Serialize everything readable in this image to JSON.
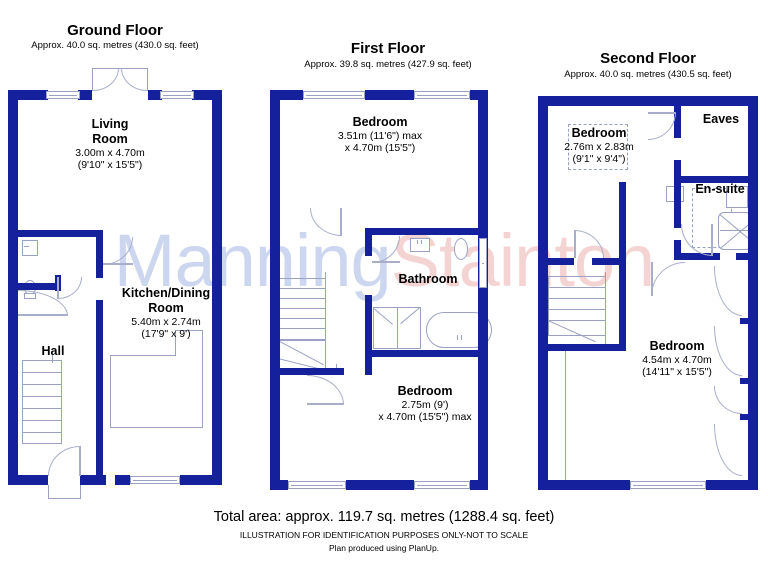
{
  "document": {
    "type": "floor-plan",
    "watermark_primary": "Manning",
    "watermark_secondary": "Stainton",
    "total_area": "Total area: approx. 119.7 sq. metres (1288.4 sq. feet)",
    "disclaimer_line1": "ILLUSTRATION FOR IDENTIFICATION PURPOSES ONLY-NOT TO SCALE",
    "disclaimer_line2": "Plan produced using PlanUp.",
    "wall_color": "#14209c",
    "line_color": "#9aa2c4",
    "watermark_color_primary": "#ccd6ef",
    "watermark_color_secondary": "#f4d3d3",
    "background": "#ffffff"
  },
  "floors": [
    {
      "id": "ground",
      "title": "Ground Floor",
      "area": "Approx. 40.0 sq. metres (430.0 sq. feet)",
      "rooms": [
        {
          "name": "Living\nRoom",
          "name_line1": "Living",
          "name_line2": "Room",
          "dim_metric": "3.00m x 4.70m",
          "dim_imperial": "(9'10\" x 15'5\")"
        },
        {
          "name": "Kitchen/Dining Room",
          "name_line1": "Kitchen/Dining",
          "name_line2": "Room",
          "dim_metric": "5.40m x 2.74m",
          "dim_imperial": "(17'9\" x 9')"
        },
        {
          "name": "Hall",
          "name_line1": "Hall",
          "name_line2": "",
          "dim_metric": "",
          "dim_imperial": ""
        }
      ]
    },
    {
      "id": "first",
      "title": "First Floor",
      "area": "Approx. 39.8 sq. metres (427.9 sq. feet)",
      "rooms": [
        {
          "name": "Bedroom",
          "name_line1": "Bedroom",
          "name_line2": "",
          "dim_metric": "3.51m (11'6\") max",
          "dim_imperial": "x 4.70m (15'5\")"
        },
        {
          "name": "Bathroom",
          "name_line1": "Bathroom",
          "name_line2": "",
          "dim_metric": "",
          "dim_imperial": ""
        },
        {
          "name": "Bedroom",
          "name_line1": "Bedroom",
          "name_line2": "",
          "dim_metric": "2.75m (9')",
          "dim_imperial": "x 4.70m (15'5\") max"
        }
      ]
    },
    {
      "id": "second",
      "title": "Second Floor",
      "area": "Approx. 40.0 sq. metres (430.5 sq. feet)",
      "rooms": [
        {
          "name": "Bedroom",
          "name_line1": "Bedroom",
          "name_line2": "",
          "dim_metric": "2.76m x 2.83m",
          "dim_imperial": "(9'1\" x 9'4\")"
        },
        {
          "name": "Eaves",
          "name_line1": "Eaves",
          "name_line2": "",
          "dim_metric": "",
          "dim_imperial": ""
        },
        {
          "name": "En-suite",
          "name_line1": "En-suite",
          "name_line2": "",
          "dim_metric": "",
          "dim_imperial": ""
        },
        {
          "name": "Bedroom",
          "name_line1": "Bedroom",
          "name_line2": "",
          "dim_metric": "4.54m x 4.70m",
          "dim_imperial": "(14'11\" x 15'5\")"
        }
      ]
    }
  ]
}
